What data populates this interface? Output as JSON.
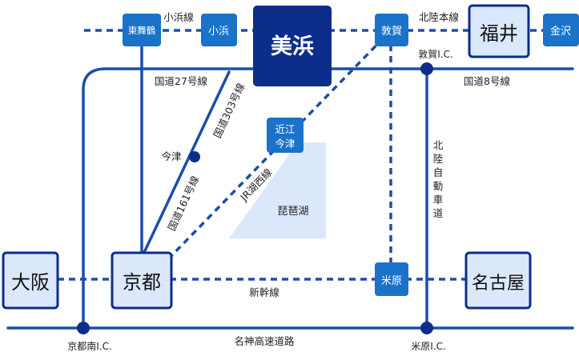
{
  "stations": {
    "mihama": "美浜",
    "fukui": "福井",
    "osaka": "大阪",
    "kyoto": "京都",
    "nagoya": "名古屋",
    "higashi_maizuru": "東舞鶴",
    "obama": "小浜",
    "tsuruga": "敦賀",
    "kanazawa": "金沢",
    "omi_imazu": "近江\n今津",
    "maibara": "米原"
  },
  "lines": {
    "obama_line": "小浜線",
    "hokuriku_line": "北陸本線",
    "route27": "国道27号線",
    "route303": "国道303号線",
    "route8": "国道8号線",
    "route161": "国道161号線",
    "jr_kosei": "JR湖西線",
    "hokuriku_expressway": "北陸自動車道",
    "shinkansen": "新幹線",
    "meishin": "名神高速道路"
  },
  "places": {
    "imazu": "今津",
    "biwako": "琵琶湖",
    "tsuruga_ic": "敦賀I.C.",
    "kyoto_minami_ic": "京都南I.C.",
    "maibara_ic": "米原I.C."
  },
  "colors": {
    "navy": "#0c2d8a",
    "road": "#1b4fa8",
    "rail": "#1f4ea6",
    "small_box": "#1a73c9",
    "big_box_fill": "#dbe8fb",
    "lake": "#dbe8fb"
  }
}
